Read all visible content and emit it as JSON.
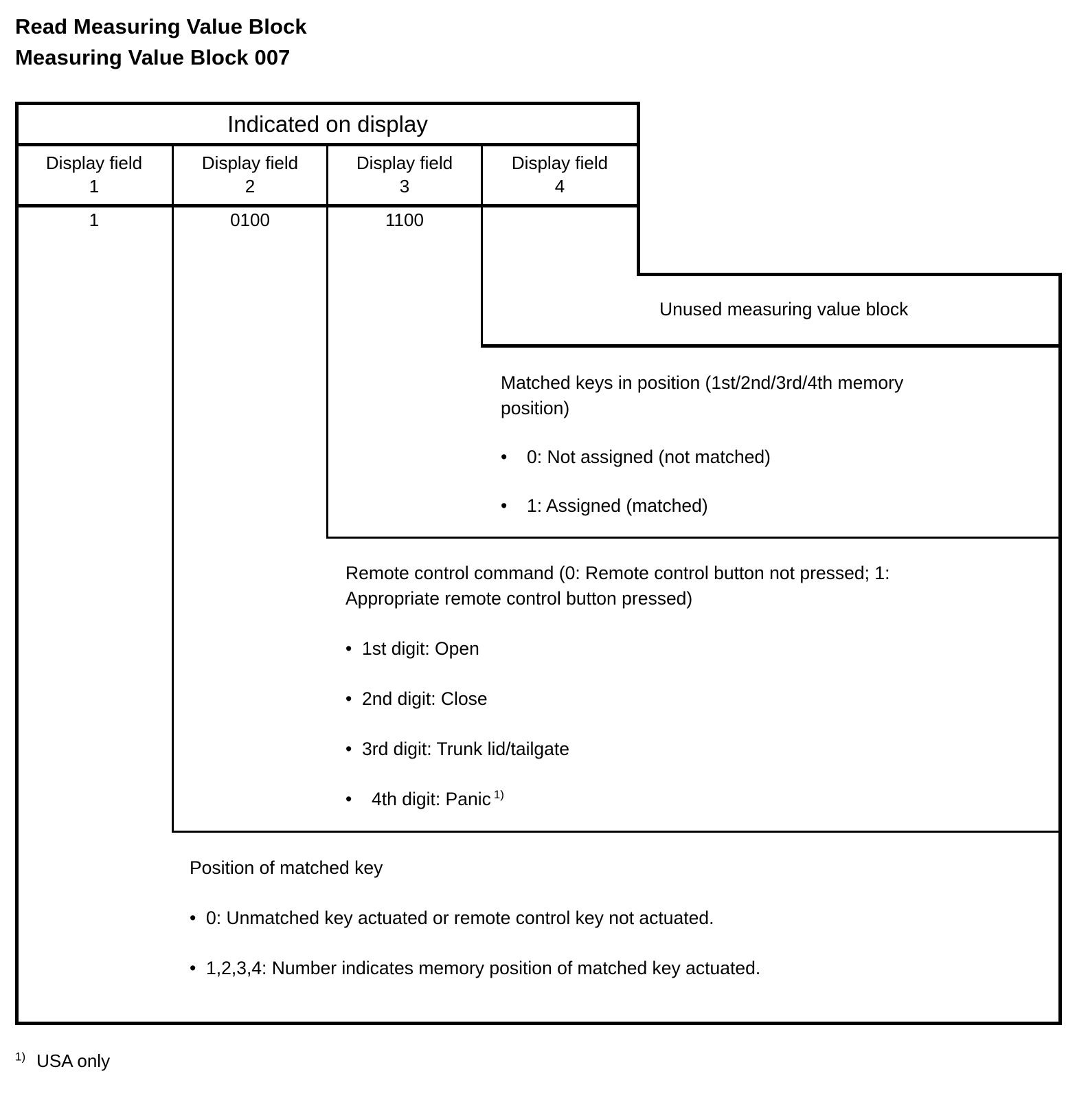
{
  "title": {
    "line1": "Read Measuring Value Block",
    "line2": "Measuring Value Block 007"
  },
  "table": {
    "span_header": "Indicated on display",
    "column_headers": [
      {
        "label": "Display field",
        "number": "1"
      },
      {
        "label": "Display field",
        "number": "2"
      },
      {
        "label": "Display field",
        "number": "3"
      },
      {
        "label": "Display field",
        "number": "4"
      }
    ],
    "values": [
      "1",
      "0100",
      "1100",
      ""
    ]
  },
  "annotations": {
    "unused": {
      "text": "Unused measuring value block"
    },
    "matched_keys": {
      "heading": "Matched keys in position (1st/2nd/3rd/4th memory position)",
      "bullets": [
        "0: Not assigned (not matched)",
        "1: Assigned (matched)"
      ]
    },
    "remote_control": {
      "heading": "Remote control command (0: Remote control button not pressed; 1: Appropriate remote control button pressed)",
      "bullets": [
        {
          "text": "1st digit: Open",
          "footnote": ""
        },
        {
          "text": "2nd digit: Close",
          "footnote": ""
        },
        {
          "text": "3rd digit: Trunk lid/tailgate",
          "footnote": ""
        },
        {
          "text": "4th digit: Panic",
          "footnote": "1)"
        }
      ]
    },
    "position_matched_key": {
      "heading": "Position of matched key",
      "bullets": [
        "0: Unmatched key actuated or remote control key not actuated.",
        "1,2,3,4: Number indicates memory position of matched key actuated."
      ]
    }
  },
  "footnote": {
    "mark": "1)",
    "text": "USA only"
  },
  "colors": {
    "ink": "#000000",
    "paper": "#ffffff"
  }
}
